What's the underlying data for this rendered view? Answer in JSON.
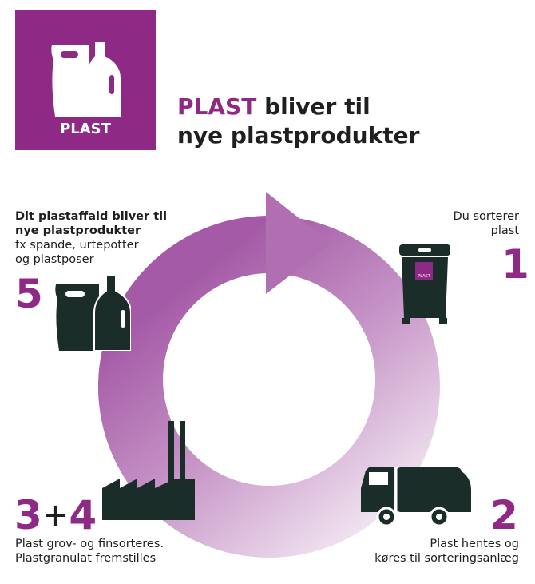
{
  "badge": {
    "label": "PLAST"
  },
  "headline": {
    "accent": "PLAST",
    "rest": "bliver til",
    "line2": "nye plastprodukter"
  },
  "steps": {
    "s1": {
      "number": "1",
      "line1": "Du sorterer",
      "line2": "plast"
    },
    "s2": {
      "number": "2",
      "line1": "Plast hentes og",
      "line2": "køres til sorteringsanlæg"
    },
    "s34": {
      "number_a": "3",
      "plus": "+",
      "number_b": "4",
      "line1": "Plast grov- og finsorteres.",
      "line2": "Plastgranulat fremstilles"
    },
    "s5": {
      "number": "5",
      "bold1": "Dit plastaffald bliver til",
      "bold2": "nye plastprodukter",
      "line3": "fx spande, urtepotter",
      "line4": "og plastposer"
    }
  },
  "bin": {
    "label": "PLAST"
  },
  "colors": {
    "accent": "#8e2a86",
    "icon": "#1b2d28",
    "ring_light": "#f3e9f3"
  },
  "icons": [
    "bag-and-bottle-icon",
    "waste-bin-icon",
    "garbage-truck-icon",
    "factory-icon",
    "cycle-arrow-icon"
  ]
}
